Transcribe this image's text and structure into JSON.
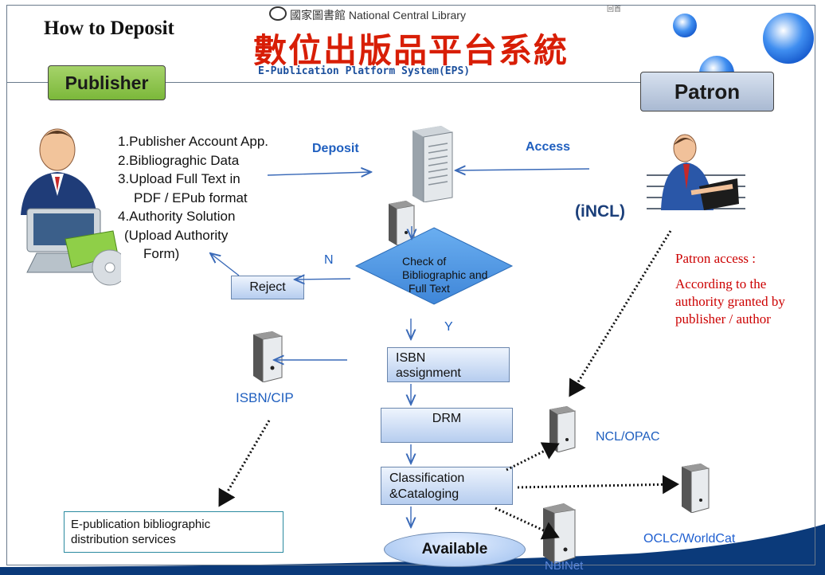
{
  "header": {
    "title": "How to Deposit",
    "logo_org": "國家圖書館 National Central Library",
    "logo_title": "數位出版品平台系統",
    "logo_subtitle": "E-Publication Platform System(EPS)",
    "corner_mark": "回首"
  },
  "labels": {
    "publisher": "Publisher",
    "patron": "Patron",
    "deposit": "Deposit",
    "access": "Access",
    "incl": "(iNCL)",
    "n": "N",
    "y": "Y"
  },
  "steps": [
    "1.Publisher Account App.",
    "2.Bibliograghic Data",
    "3.Upload Full Text in",
    "PDF / EPub format",
    "4.Authority Solution",
    "(Upload Authority",
    "Form)"
  ],
  "flow": {
    "reject": "Reject",
    "check_line1": "Check of",
    "check_line2": "Bibliographic and",
    "check_line3": "Full Text",
    "isbn_line1": "ISBN",
    "isbn_line2": "assignment",
    "drm": "DRM",
    "class_line1": "Classification",
    "class_line2": "&Cataloging",
    "available": "Available"
  },
  "servers": {
    "isbn_cip": "ISBN/CIP",
    "ncl_opac": "NCL/OPAC",
    "oclc": "OCLC/WorldCat",
    "nbinet": "NBINet"
  },
  "distribution": {
    "line1": "E-publication bibliographic",
    "line2": "distribution services"
  },
  "patron_access": {
    "title": "Patron  access :",
    "line1": "According to the",
    "line2": "authority granted by",
    "line3": "publisher / author"
  },
  "colors": {
    "accent_blue": "#1f5fbf",
    "red": "#cc0000",
    "publisher_green": "#8dc449",
    "navy_band": "#0b3a7a",
    "diamond": "#4a90e2"
  }
}
